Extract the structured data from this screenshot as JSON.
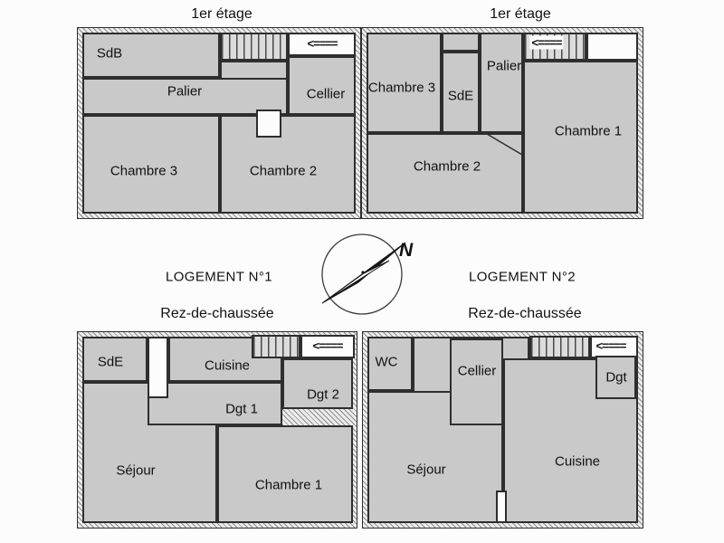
{
  "colors": {
    "background": "#fcfcfc",
    "room_fill": "#c9c9c9",
    "wall": "#2e2e2e"
  },
  "titles": {
    "tl": "1er étage",
    "tr": "1er étage",
    "bl": "Rez-de-chaussée",
    "br": "Rez-de-chaussée"
  },
  "labels": {
    "logement1": "LOGEMENT N°1",
    "logement2": "LOGEMENT N°2"
  },
  "compass": {
    "north": "N"
  },
  "plan_tl": {
    "rooms": {
      "sdb": "SdB",
      "palier": "Palier",
      "cellier": "Cellier",
      "chambre3": "Chambre 3",
      "chambre2": "Chambre 2"
    },
    "stairs_arrow": "<===="
  },
  "plan_tr": {
    "rooms": {
      "chambre3": "Chambre 3",
      "sde": "SdE",
      "palier": "Palier",
      "chambre1": "Chambre 1",
      "chambre2": "Chambre 2"
    },
    "stairs_arrow": "<===="
  },
  "plan_bl": {
    "rooms": {
      "sde": "SdE",
      "cuisine": "Cuisine",
      "dgt2": "Dgt 2",
      "dgt1": "Dgt 1",
      "sejour": "Séjour",
      "chambre1": "Chambre 1"
    },
    "stairs_arrow": "<===="
  },
  "plan_br": {
    "rooms": {
      "wc": "WC",
      "cellier": "Cellier",
      "dgt": "Dgt",
      "sejour": "Séjour",
      "cuisine": "Cuisine"
    },
    "stairs_arrow": "<===="
  }
}
